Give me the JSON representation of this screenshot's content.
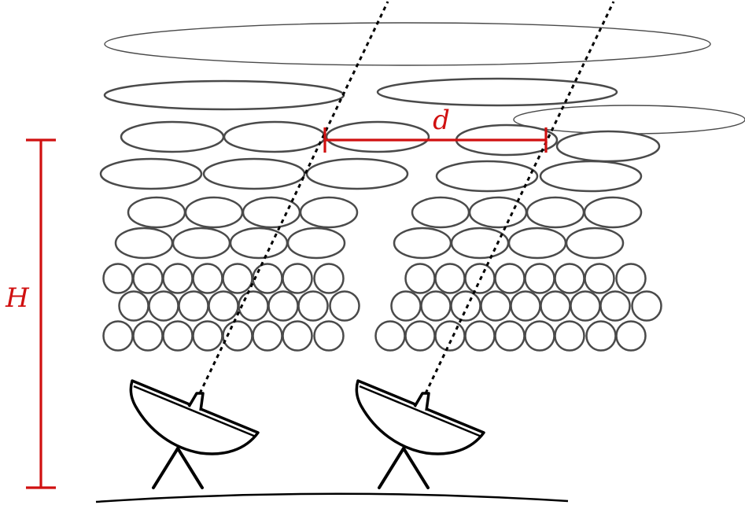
{
  "labels": {
    "height_label": "H",
    "separation_label": "d"
  },
  "colors": {
    "annotation": "#d01010",
    "turbulence_outline": "#4a4a4a",
    "line_of_sight": "#000000",
    "background": "#ffffff"
  },
  "elements": {
    "turbulence_layers": 9,
    "antennas": 2,
    "line_of_sight": "dotted"
  }
}
